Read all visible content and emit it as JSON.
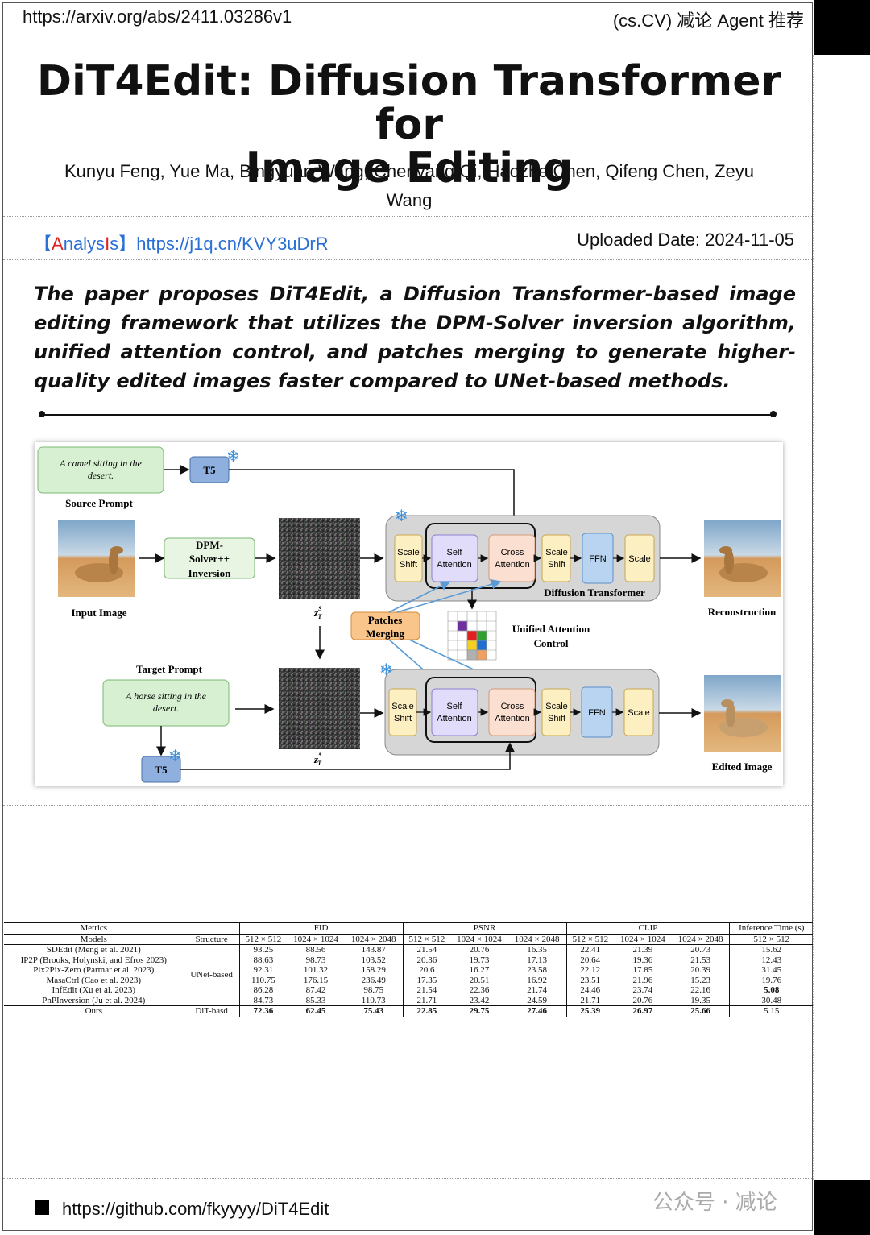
{
  "header": {
    "url": "https://arxiv.org/abs/2411.03286v1",
    "tag": "(cs.CV) 减论 Agent 推荐"
  },
  "paper": {
    "title_line1": "DiT4Edit: Diffusion Transformer for",
    "title_line2": "Image Editing",
    "authors_line1": "Kunyu Feng, Yue Ma, Bingyuan Wang, Chenyang Qi, Haozhe Chen, Qifeng Chen, Zeyu",
    "authors_line2": "Wang"
  },
  "analysis": {
    "bracket_open": "【",
    "label_A": "A",
    "label_nalys": "nalys",
    "label_I": "I",
    "label_s": "s",
    "bracket_close": "】",
    "link": "https://j1q.cn/KVY3uDrR",
    "uploaded": "Uploaded Date: 2024-11-05"
  },
  "abstract": "The paper proposes DiT4Edit, a Diffusion Transformer-based image editing framework that utilizes the DPM-Solver inversion algorithm, unified attention control, and patches merging to generate higher-quality edited images faster compared to UNet-based methods.",
  "figure": {
    "source_prompt_text_1": "A camel sitting in the",
    "source_prompt_text_2": "desert.",
    "source_prompt_label": "Source Prompt",
    "t5": "T5",
    "input_image_label": "Input Image",
    "dpm_1": "DPM-",
    "dpm_2": "Solver++",
    "dpm_3": "Inversion",
    "zs": "z",
    "zs_sup": "S",
    "zs_sub": "T",
    "zt": "z",
    "zt_sup": "*",
    "zt_sub": "T",
    "scale": "Scale",
    "shift": "Shift",
    "self": "Self",
    "cross": "Cross",
    "attention": "Attention",
    "ffn": "FFN",
    "dit_label": "Diffusion Transformer",
    "reconstruction": "Reconstruction",
    "patches_1": "Patches",
    "patches_2": "Merging",
    "uac_1": "Unified Attention",
    "uac_2": "Control",
    "target_prompt_label": "Target Prompt",
    "target_prompt_text_1": "A horse sitting in the",
    "target_prompt_text_2": "desert.",
    "edited_image": "Edited Image"
  },
  "table": {
    "header1": [
      "Metrics",
      "",
      "FID",
      "PSNR",
      "CLIP",
      "Inference Time (s)"
    ],
    "header2": [
      "Models",
      "Structure",
      "512 × 512",
      "1024 × 1024",
      "1024 × 2048",
      "512 × 512",
      "1024 × 1024",
      "1024 × 2048",
      "512 × 512",
      "1024 × 1024",
      "1024 × 2048",
      "512 × 512"
    ],
    "unet_label": "UNet-based",
    "rows": [
      {
        "model": "SDEdit (Meng et al. 2021)",
        "vals": [
          "93.25",
          "88.56",
          "143.87",
          "21.54",
          "20.76",
          "16.35",
          "22.41",
          "21.39",
          "20.73",
          "15.62"
        ]
      },
      {
        "model": "IP2P (Brooks, Holynski, and Efros 2023)",
        "vals": [
          "88.63",
          "98.73",
          "103.52",
          "20.36",
          "19.73",
          "17.13",
          "20.64",
          "19.36",
          "21.53",
          "12.43"
        ]
      },
      {
        "model": "Pix2Pix-Zero (Parmar et al. 2023)",
        "vals": [
          "92.31",
          "101.32",
          "158.29",
          "20.6",
          "16.27",
          "23.58",
          "22.12",
          "17.85",
          "20.39",
          "31.45"
        ]
      },
      {
        "model": "MasaCtrl (Cao et al. 2023)",
        "vals": [
          "110.75",
          "176.15",
          "236.49",
          "17.35",
          "20.51",
          "16.92",
          "23.51",
          "21.96",
          "15.23",
          "19.76"
        ]
      },
      {
        "model": "InfEdit (Xu et al. 2023)",
        "vals": [
          "86.28",
          "87.42",
          "98.75",
          "21.54",
          "22.36",
          "21.74",
          "24.46",
          "23.74",
          "22.16",
          "5.08"
        ]
      },
      {
        "model": "PnPInversion (Ju et al. 2024)",
        "vals": [
          "84.73",
          "85.33",
          "110.73",
          "21.71",
          "23.42",
          "24.59",
          "21.71",
          "20.76",
          "19.35",
          "30.48"
        ]
      }
    ],
    "ours": {
      "model": "Ours",
      "structure": "DiT-basd",
      "vals": [
        "72.36",
        "62.45",
        "75.43",
        "22.85",
        "29.75",
        "27.46",
        "25.39",
        "26.97",
        "25.66",
        "5.15"
      ]
    }
  },
  "footer": {
    "github": "https://github.com/fkyyyy/DiT4Edit",
    "wechat": "公众号 · 减论"
  }
}
